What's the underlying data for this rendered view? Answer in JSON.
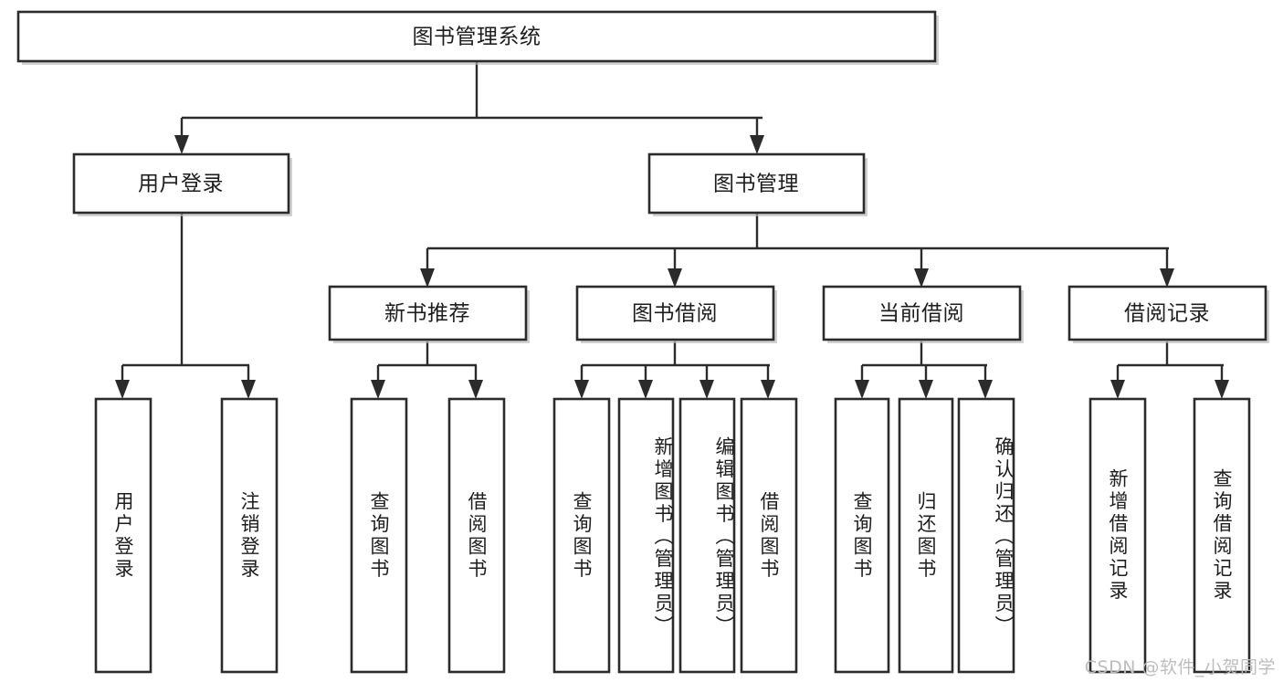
{
  "diagram": {
    "type": "tree-hierarchy",
    "title": "图书管理系统",
    "root": {
      "label": "图书管理系统",
      "children": [
        {
          "label": "用户登录",
          "children": [
            {
              "label": "用户登录"
            },
            {
              "label": "注销登录"
            }
          ]
        },
        {
          "label": "图书管理",
          "children": [
            {
              "label": "新书推荐",
              "children": [
                {
                  "label": "查询图书"
                },
                {
                  "label": "借阅图书"
                }
              ]
            },
            {
              "label": "图书借阅",
              "children": [
                {
                  "label": "查询图书"
                },
                {
                  "label": "新增图书（管理员）"
                },
                {
                  "label": "编辑图书（管理员）"
                },
                {
                  "label": "借阅图书"
                }
              ]
            },
            {
              "label": "当前借阅",
              "children": [
                {
                  "label": "查询图书"
                },
                {
                  "label": "归还图书"
                },
                {
                  "label": "确认归还（管理员）"
                }
              ]
            },
            {
              "label": "借阅记录",
              "children": [
                {
                  "label": "新增借阅记录"
                },
                {
                  "label": "查询借阅记录"
                }
              ]
            }
          ]
        }
      ]
    },
    "nodes": {
      "root": "图书管理系统",
      "user_login": "用户登录",
      "book_manage": "图书管理",
      "new_book_rec": "新书推荐",
      "book_borrow": "图书借阅",
      "current_borrow": "当前借阅",
      "borrow_record": "借阅记录",
      "leaf_user_login": "用户登录",
      "leaf_logout": "注销登录",
      "leaf_query_book_1": "查询图书",
      "leaf_borrow_book_1": "借阅图书",
      "leaf_query_book_2": "查询图书",
      "leaf_add_book": "新增图书（管理员）",
      "leaf_edit_book": "编辑图书（管理员）",
      "leaf_borrow_book_2": "借阅图书",
      "leaf_query_book_3": "查询图书",
      "leaf_return_book": "归还图书",
      "leaf_confirm_return": "确认归还（管理员）",
      "leaf_add_record": "新增借阅记录",
      "leaf_query_record": "查询借阅记录"
    },
    "colors": {
      "background": "#ffffff",
      "box_fill": "#ffffff",
      "box_stroke": "#2b2b2b",
      "connector": "#2b2b2b",
      "text": "#1d1d1d",
      "watermark": "#bdbdbd"
    }
  },
  "watermark": {
    "text": "CSDN @软件_小贺同学"
  }
}
